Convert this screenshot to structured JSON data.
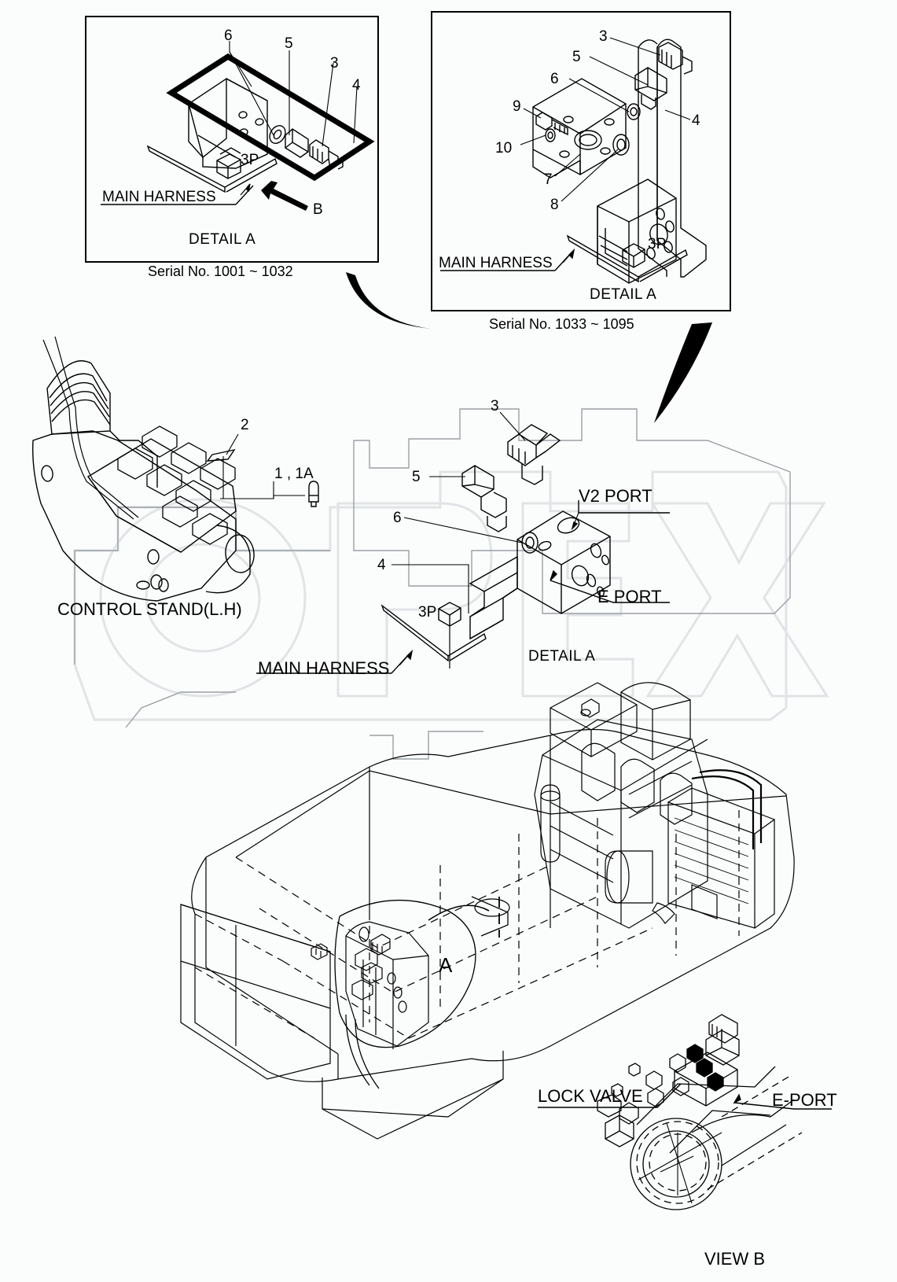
{
  "document": {
    "type": "parts-diagram",
    "watermark": "OPEX"
  },
  "detail_box_1": {
    "caption": "DETAIL  A",
    "serial": "Serial No. 1001 ~ 1032",
    "harness_label": "MAIN HARNESS",
    "connector_label": "3P",
    "arrow_label": "B",
    "callouts": [
      "6",
      "5",
      "3",
      "4"
    ]
  },
  "detail_box_2": {
    "caption": "DETAIL  A",
    "serial": "Serial No. 1033 ~ 1095",
    "harness_label": "MAIN HARNESS",
    "connector_label": "3P",
    "callouts": [
      "3",
      "5",
      "6",
      "9",
      "10",
      "7",
      "8",
      "4"
    ]
  },
  "middle": {
    "control_stand_label": "CONTROL STAND(L.H)",
    "callout_2": "2",
    "callout_1_1A": "1 , 1A",
    "callout_3": "3",
    "callout_5": "5",
    "callout_6": "6",
    "callout_4": "4",
    "connector_label": "3P",
    "harness_label": "MAIN HARNESS",
    "v2_port_label": "V2 PORT",
    "e_port_label": "E PORT",
    "detail_caption": "DETAIL  A"
  },
  "machine": {
    "section_marker": "A"
  },
  "view_b": {
    "lock_valve_label": "LOCK VALVE",
    "e_port_label": "E-PORT",
    "caption": "VIEW  B"
  },
  "colors": {
    "line": "#000000",
    "ghost": "#9aa0a4",
    "watermark": "#e3e6e8",
    "background": "#fbfcfc"
  }
}
